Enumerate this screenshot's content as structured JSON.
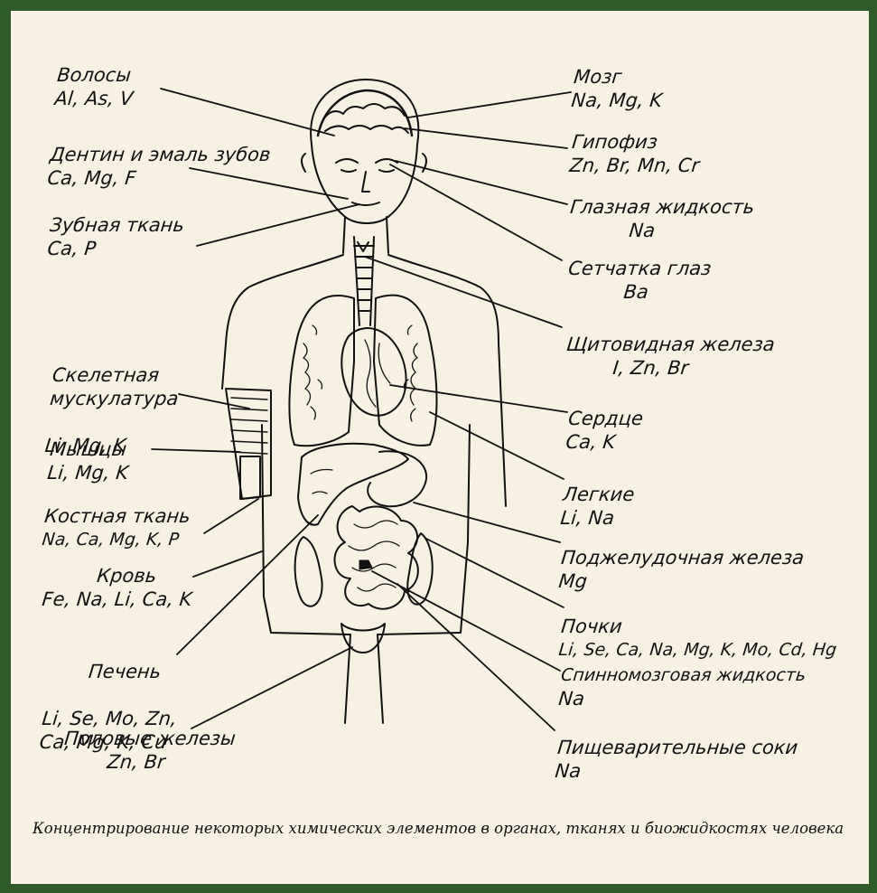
{
  "left_labels": [
    {
      "id": "hair",
      "name": "Волосы",
      "elements": "Al, As, V"
    },
    {
      "id": "dentin",
      "name": "Дентин и эмаль зубов",
      "elements": "Ca, Mg, F"
    },
    {
      "id": "dental-tissue",
      "name": "Зубная ткань",
      "elements": "Ca, P"
    },
    {
      "id": "skeletal-muscle",
      "name": "Скелетная\nмускулатура",
      "elements": "Li, Mg, K"
    },
    {
      "id": "muscles",
      "name": "Мышцы",
      "elements": "Li, Mg, K"
    },
    {
      "id": "bone",
      "name": "Костная ткань",
      "elements": "Na, Ca, Mg, K, P"
    },
    {
      "id": "blood",
      "name": "Кровь",
      "elements": "Fe, Na, Li, Ca, K"
    },
    {
      "id": "liver",
      "name": "Печень",
      "elements": "Li, Se, Mo, Zn,\nCa, Mg, K, Cu"
    },
    {
      "id": "gonads",
      "name": "Половые железы",
      "elements": "Zn, Br"
    }
  ],
  "right_labels": [
    {
      "id": "brain",
      "name": "Мозг",
      "elements": "Na, Mg, K"
    },
    {
      "id": "pituitary",
      "name": "Гипофиз",
      "elements": "Zn, Br, Mn, Cr"
    },
    {
      "id": "eye-fluid",
      "name": "Глазная жидкость",
      "elements": "Na"
    },
    {
      "id": "retina",
      "name": "Сетчатка глаз",
      "elements": "Ba"
    },
    {
      "id": "thyroid",
      "name": "Щитовидная железа",
      "elements": "I, Zn, Br"
    },
    {
      "id": "heart",
      "name": "Сердце",
      "elements": "Ca, K"
    },
    {
      "id": "lungs",
      "name": "Легкие",
      "elements": "Li, Na"
    },
    {
      "id": "pancreas",
      "name": "Поджелудочная железа",
      "elements": "Mg"
    },
    {
      "id": "kidneys",
      "name": "Почки",
      "elements": "Li, Se, Ca, Na, Mg, K, Mo, Cd, Hg"
    },
    {
      "id": "csf",
      "name": "Спинномозговая жидкость",
      "elements": "Na"
    },
    {
      "id": "digestive",
      "name": "Пищеварительные соки",
      "elements": "Na"
    }
  ],
  "caption": "Концентрирование некоторых химических элементов в органах, тканях и биожидкостях человека"
}
